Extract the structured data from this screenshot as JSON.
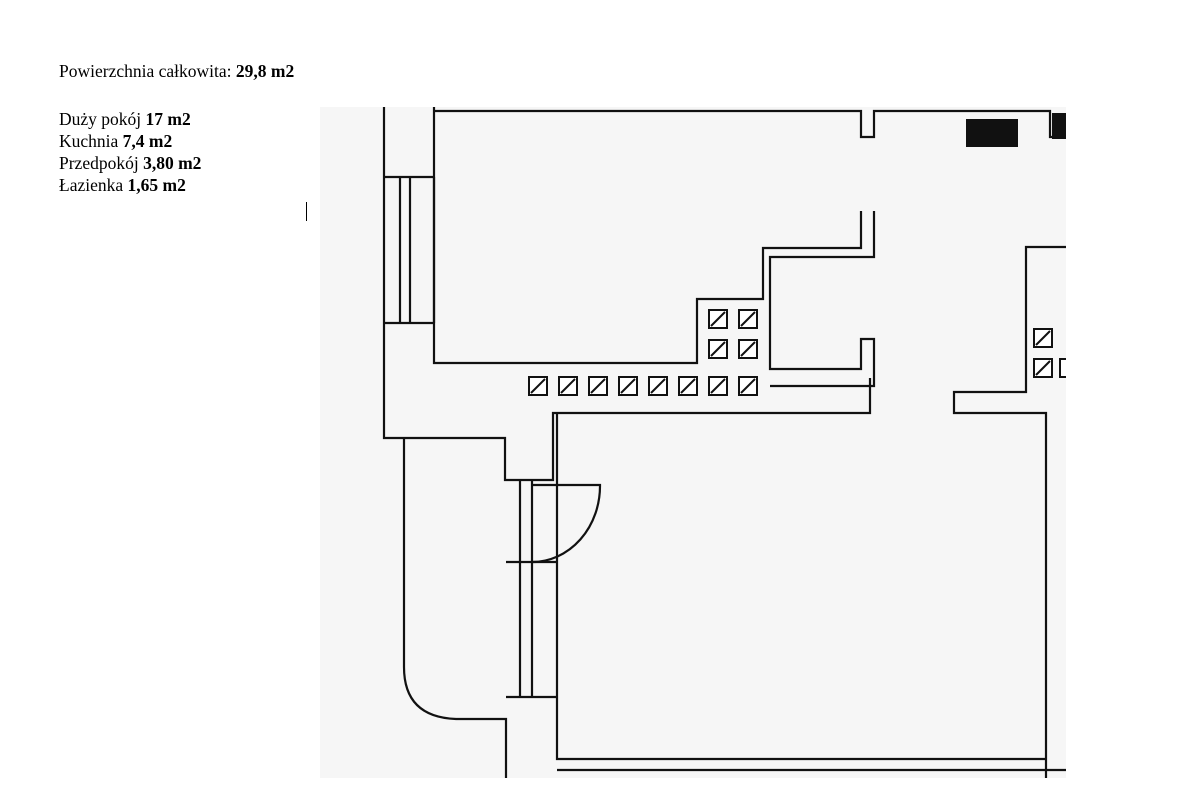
{
  "summary": {
    "total_label": "Powierzchnia całkowita:",
    "total_value": "29,8 m2"
  },
  "rooms": [
    {
      "name": "Duży pokój",
      "area": "17 m2"
    },
    {
      "name": "Kuchnia",
      "area": "7,4 m2"
    },
    {
      "name": "Przedpokój",
      "area": "3,80 m2"
    },
    {
      "name": "Łazienka",
      "area": "1,65 m2"
    }
  ],
  "colors": {
    "scan_tint": "#f6f6f6",
    "ink": "#111111"
  }
}
